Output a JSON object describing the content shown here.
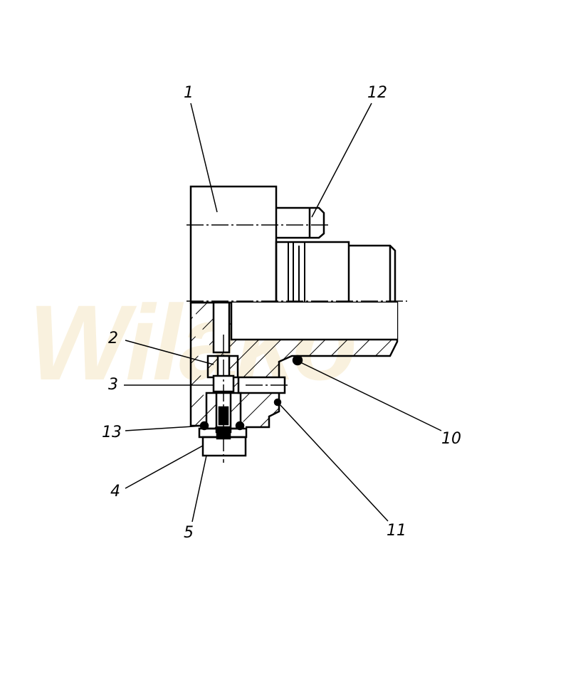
{
  "watermark": "Wilako",
  "callouts": [
    {
      "id": "1",
      "label": "1"
    },
    {
      "id": "12",
      "label": "12"
    },
    {
      "id": "2",
      "label": "2"
    },
    {
      "id": "3",
      "label": "3"
    },
    {
      "id": "13",
      "label": "13"
    },
    {
      "id": "4",
      "label": "4"
    },
    {
      "id": "5",
      "label": "5"
    },
    {
      "id": "10",
      "label": "10"
    },
    {
      "id": "11",
      "label": "11"
    }
  ]
}
